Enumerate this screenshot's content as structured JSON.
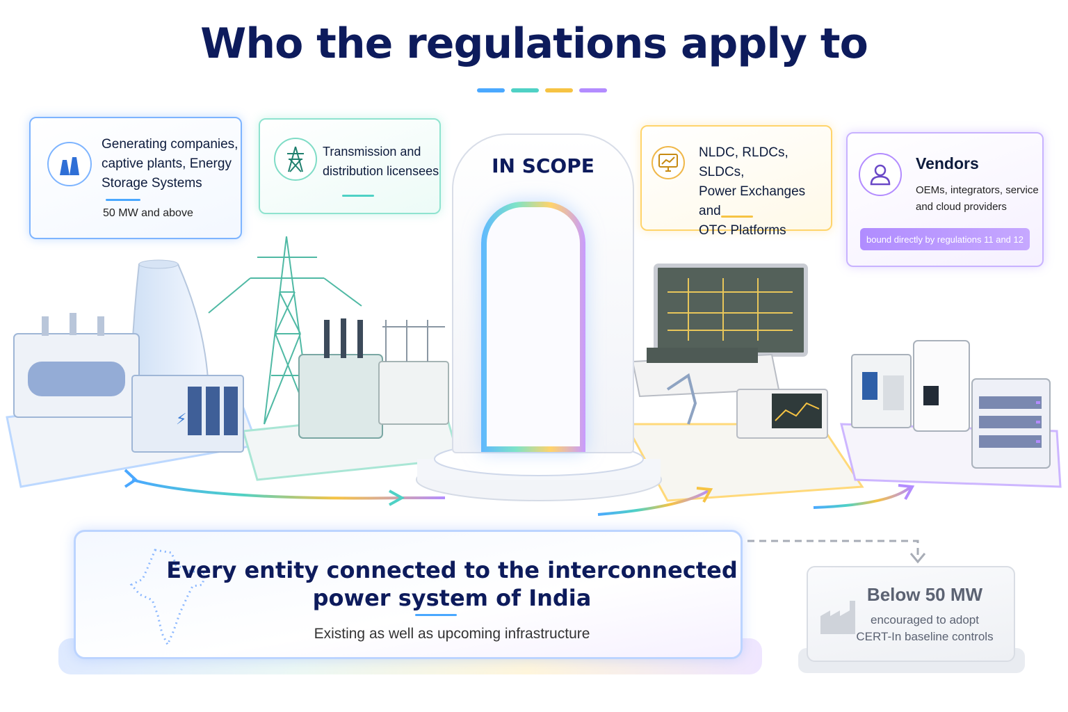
{
  "title": "Who the regulations apply to",
  "accent_colors": [
    "#4aa8ff",
    "#4fd1c5",
    "#f6c343",
    "#b38cff"
  ],
  "gate": {
    "label": "IN SCOPE"
  },
  "cards": {
    "generation": {
      "icon": "power-plant-icon",
      "lines": [
        "Generating companies,",
        "captive plants, Energy",
        "Storage Systems"
      ],
      "sub": "50 MW and above"
    },
    "transmission": {
      "icon": "transmission-tower-icon",
      "lines": [
        "Transmission and",
        "distribution licensees"
      ]
    },
    "dispatch": {
      "icon": "monitor-chart-icon",
      "lines": [
        "NLDC, RLDCs, SLDCs,",
        "Power Exchanges and",
        "OTC Platforms"
      ]
    },
    "vendors": {
      "icon": "user-icon",
      "title": "Vendors",
      "lines": [
        "OEMs, integrators, service",
        "and cloud providers"
      ],
      "badge": "bound directly by regulations 11 and 12"
    }
  },
  "central": {
    "icon": "india-map-icon",
    "title_lines": [
      "Every entity connected to the interconnected",
      "power system of India"
    ],
    "sub": "Existing as well as upcoming infrastructure"
  },
  "below": {
    "icon": "factory-icon",
    "title": "Below 50 MW",
    "lines": [
      "encouraged to adopt",
      "CERT-In baseline controls"
    ]
  }
}
